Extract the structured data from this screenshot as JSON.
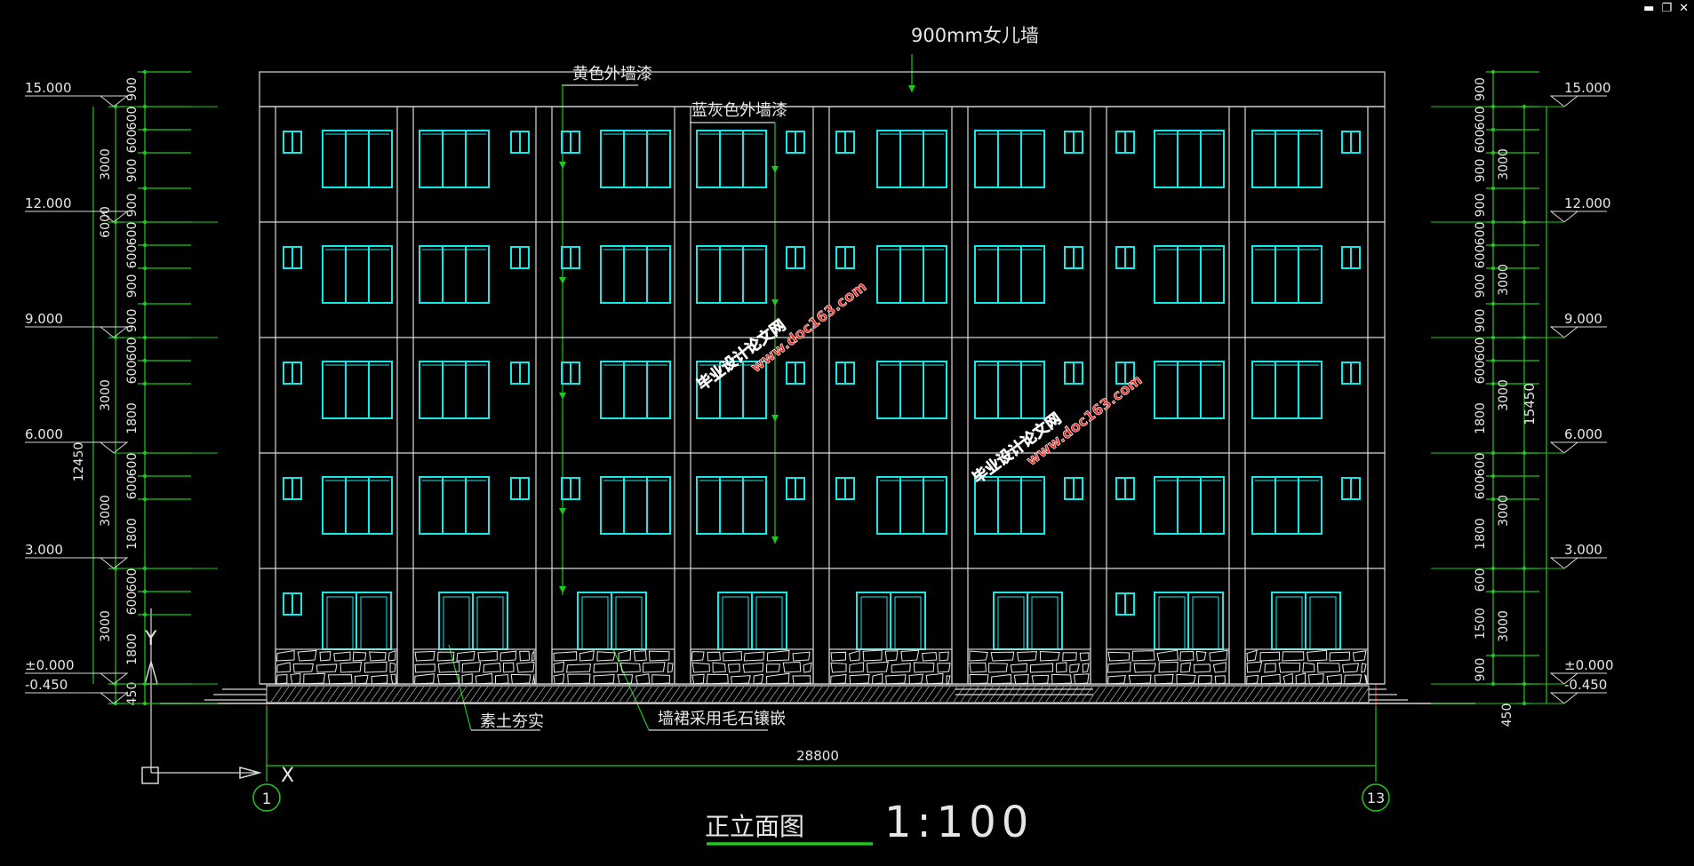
{
  "window": {
    "minimize": "▬",
    "restore": "❐",
    "close": "✕"
  },
  "drawing": {
    "parapet_note": "900mm女儿墙",
    "yellow_paint_note": "黄色外墙漆",
    "bluegray_paint_note": "蓝灰色外墙漆",
    "rammed_earth_note": "素土夯实",
    "rubble_skirt_note": "墙裙采用毛石镶嵌",
    "title": "正立面图",
    "scale": "1:100",
    "total_width_dim": "28800",
    "axis_start": "1",
    "axis_end": "13",
    "ucs_x": "X",
    "ucs_y": "Y",
    "levels": [
      "15.000",
      "12.000",
      "9.000",
      "6.000",
      "3.000",
      "±0.000",
      "-0.450"
    ],
    "left_col1": [
      "900",
      "600",
      "600",
      "900",
      "900",
      "600",
      "600",
      "900",
      "900",
      "600",
      "600",
      "1800",
      "600",
      "600",
      "1800",
      "600",
      "600",
      "1800",
      "450"
    ],
    "left_col2": [
      "3000",
      "6000",
      "3000",
      "12450",
      "3000",
      "3000"
    ],
    "right_col1": [
      "900",
      "600",
      "600",
      "900",
      "900",
      "600",
      "600",
      "900",
      "900",
      "600",
      "600",
      "1800",
      "600",
      "600",
      "1800",
      "600",
      "1500",
      "900"
    ],
    "right_col2": [
      "3000",
      "3000",
      "3000",
      "3000",
      "3000",
      "450"
    ],
    "right_total": "15450",
    "watermark_line1": "毕业设计论文网",
    "watermark_line2": "www.doc163.com"
  },
  "colors": {
    "background": "#000000",
    "lines": "#d8d8d8",
    "windows": "#16e8e8",
    "dims": "#1ec81e",
    "text": "#e6e6e6",
    "watermark": "#e8322a"
  }
}
